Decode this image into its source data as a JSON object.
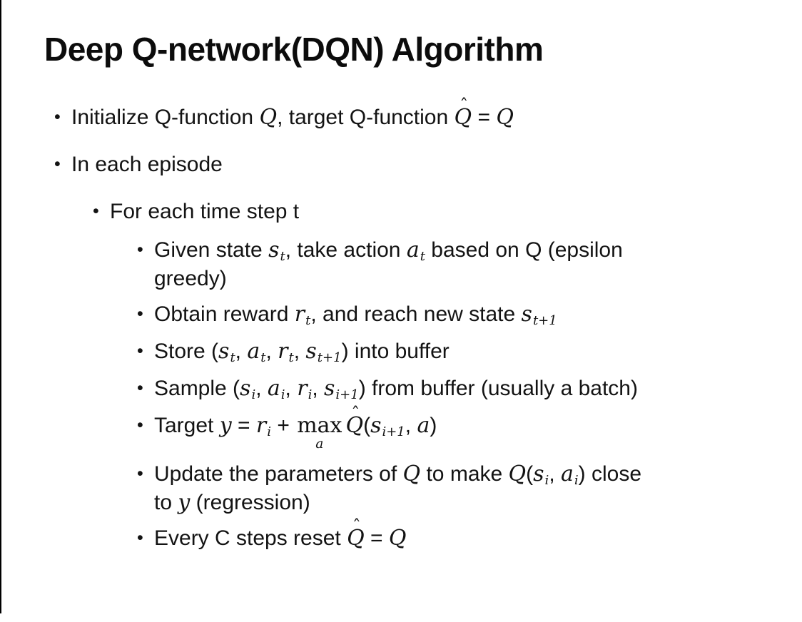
{
  "slide": {
    "title": "Deep Q-network(DQN) Algorithm",
    "bullet_char": "•",
    "hat_char": "ˆ",
    "background_color": "#ffffff",
    "text_color": "#111111",
    "edge_line_color": "#000000",
    "bullets": [
      {
        "level": 1,
        "segs": [
          {
            "k": "t",
            "x": "Initialize Q-function "
          },
          {
            "k": "v",
            "x": "Q"
          },
          {
            "k": "t",
            "x": ", target Q-function "
          },
          {
            "k": "h",
            "x": "Q"
          },
          {
            "k": "t",
            "x": " = "
          },
          {
            "k": "v",
            "x": "Q"
          }
        ]
      },
      {
        "level": 1,
        "segs": [
          {
            "k": "t",
            "x": "In each episode"
          }
        ]
      },
      {
        "level": 2,
        "segs": [
          {
            "k": "t",
            "x": "For each time step t"
          }
        ]
      },
      {
        "level": 3,
        "segs": [
          {
            "k": "t",
            "x": "Given state "
          },
          {
            "k": "s",
            "x": "s",
            "s": "t"
          },
          {
            "k": "t",
            "x": ", take action "
          },
          {
            "k": "s",
            "x": "a",
            "s": "t"
          },
          {
            "k": "t",
            "x": " based on Q (epsilon"
          },
          {
            "k": "b"
          },
          {
            "k": "t",
            "x": "greedy)"
          }
        ]
      },
      {
        "level": 3,
        "segs": [
          {
            "k": "t",
            "x": "Obtain reward "
          },
          {
            "k": "s",
            "x": "r",
            "s": "t"
          },
          {
            "k": "t",
            "x": ", and reach new state "
          },
          {
            "k": "s",
            "x": "s",
            "s": "t+1"
          }
        ]
      },
      {
        "level": 3,
        "segs": [
          {
            "k": "t",
            "x": "Store ("
          },
          {
            "k": "s",
            "x": "s",
            "s": "t"
          },
          {
            "k": "t",
            "x": ", "
          },
          {
            "k": "s",
            "x": "a",
            "s": "t"
          },
          {
            "k": "t",
            "x": ", "
          },
          {
            "k": "s",
            "x": "r",
            "s": "t"
          },
          {
            "k": "t",
            "x": ", "
          },
          {
            "k": "s",
            "x": "s",
            "s": "t+1"
          },
          {
            "k": "t",
            "x": ") into buffer"
          }
        ]
      },
      {
        "level": 3,
        "segs": [
          {
            "k": "t",
            "x": "Sample ("
          },
          {
            "k": "s",
            "x": "s",
            "s": "i"
          },
          {
            "k": "t",
            "x": ", "
          },
          {
            "k": "s",
            "x": "a",
            "s": "i"
          },
          {
            "k": "t",
            "x": ", "
          },
          {
            "k": "s",
            "x": "r",
            "s": "i"
          },
          {
            "k": "t",
            "x": ", "
          },
          {
            "k": "s",
            "x": "s",
            "s": "i+1"
          },
          {
            "k": "t",
            "x": ") from buffer (usually a batch)"
          }
        ]
      },
      {
        "level": 3,
        "segs": [
          {
            "k": "t",
            "x": "Target "
          },
          {
            "k": "v",
            "x": "y"
          },
          {
            "k": "t",
            "x": " = "
          },
          {
            "k": "s",
            "x": "r",
            "s": "i"
          },
          {
            "k": "t",
            "x": " + "
          },
          {
            "k": "m",
            "x": "max",
            "s": "a"
          },
          {
            "k": "h",
            "x": "Q"
          },
          {
            "k": "t",
            "x": "("
          },
          {
            "k": "s",
            "x": "s",
            "s": "i+1"
          },
          {
            "k": "t",
            "x": ", "
          },
          {
            "k": "v",
            "x": "a"
          },
          {
            "k": "t",
            "x": ")"
          }
        ]
      },
      {
        "level": 3,
        "segs": [
          {
            "k": "t",
            "x": "Update the parameters of "
          },
          {
            "k": "v",
            "x": "Q"
          },
          {
            "k": "t",
            "x": " to make "
          },
          {
            "k": "v",
            "x": "Q"
          },
          {
            "k": "t",
            "x": "("
          },
          {
            "k": "s",
            "x": "s",
            "s": "i"
          },
          {
            "k": "t",
            "x": ", "
          },
          {
            "k": "s",
            "x": "a",
            "s": "i"
          },
          {
            "k": "t",
            "x": ") close"
          },
          {
            "k": "b"
          },
          {
            "k": "t",
            "x": "to "
          },
          {
            "k": "v",
            "x": "y"
          },
          {
            "k": "t",
            "x": " (regression)"
          }
        ]
      },
      {
        "level": 3,
        "segs": [
          {
            "k": "t",
            "x": "Every C steps reset "
          },
          {
            "k": "h",
            "x": "Q"
          },
          {
            "k": "t",
            "x": " = "
          },
          {
            "k": "v",
            "x": "Q"
          }
        ]
      }
    ]
  }
}
